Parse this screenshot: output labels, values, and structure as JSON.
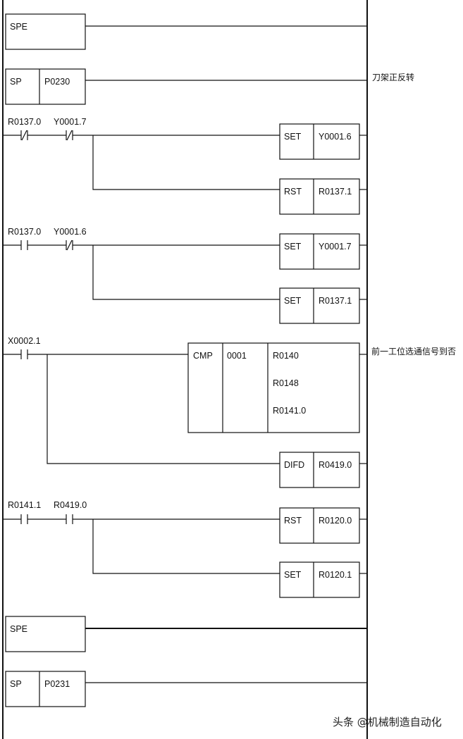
{
  "rungs": {
    "spe1": {
      "label": "SPE"
    },
    "sp1": {
      "label": "SP",
      "program": "P0230",
      "comment": "刀架正反转"
    },
    "r1": {
      "c1": "R0137.0",
      "c2": "Y0001.7",
      "out1_op": "SET",
      "out1_addr": "Y0001.6",
      "out2_op": "RST",
      "out2_addr": "R0137.1"
    },
    "r2": {
      "c1": "R0137.0",
      "c2": "Y0001.6",
      "out1_op": "SET",
      "out1_addr": "Y0001.7",
      "out2_op": "SET",
      "out2_addr": "R0137.1"
    },
    "r3": {
      "c1": "X0002.1",
      "cmp_op": "CMP",
      "cmp_param": "0001",
      "cmp_a": "R0140",
      "cmp_b": "R0148",
      "cmp_out": "R0141.0",
      "comment": "前一工位选通信号到否",
      "difd_op": "DIFD",
      "difd_addr": "R0419.0"
    },
    "r4": {
      "c1": "R0141.1",
      "c2": "R0419.0",
      "out1_op": "RST",
      "out1_addr": "R0120.0",
      "out2_op": "SET",
      "out2_addr": "R0120.1"
    },
    "spe2": {
      "label": "SPE"
    },
    "sp2": {
      "label": "SP",
      "program": "P0231"
    }
  },
  "watermark": "头条 @机械制造自动化"
}
